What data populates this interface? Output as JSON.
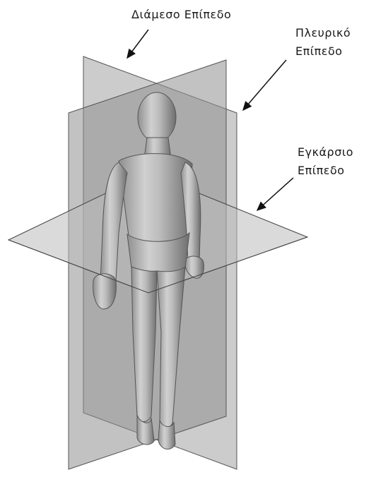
{
  "labels": {
    "midsagittal": "Διάμεσο Επίπεδο",
    "sagittal_line1": "Πλευρικό",
    "sagittal_line2": "Επίπεδο",
    "transverse_line1": "Εγκάρσιο",
    "transverse_line2": "Επίπεδο"
  },
  "colors": {
    "plane_fill": "#9a9a9a",
    "plane_edge": "#444444",
    "body_fill": "#b8b8b8",
    "body_shade": "#7e7e7e",
    "arrow": "#111111"
  }
}
